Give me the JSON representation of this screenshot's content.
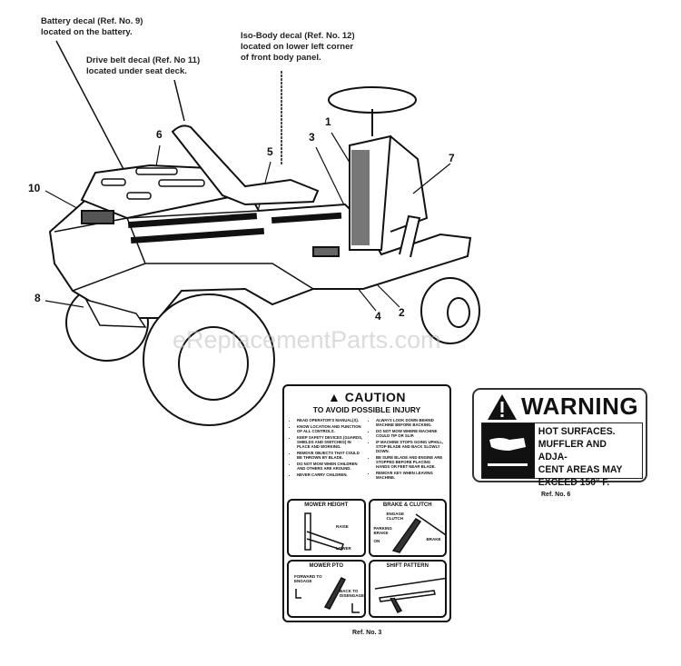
{
  "notes": {
    "battery": [
      "Battery decal (Ref. No. 9)",
      "located on the battery."
    ],
    "drive_belt": [
      "Drive belt decal (Ref. No 11)",
      "located under seat deck."
    ],
    "iso_body": [
      "Iso-Body decal (Ref. No. 12)",
      "located on lower left corner",
      "of front body panel."
    ]
  },
  "callouts": [
    "1",
    "2",
    "3",
    "4",
    "5",
    "6",
    "7",
    "8",
    "10"
  ],
  "watermark": "eReplacementParts.com",
  "caution_decal": {
    "title": "CAUTION",
    "subtitle": "TO AVOID POSSIBLE INJURY",
    "left_items": [
      "READ OPERATOR'S MANUAL(S).",
      "KNOW LOCATION AND FUNCTION OF ALL CONTROLS.",
      "KEEP SAFETY DEVICES (GUARDS, SHIELDS AND SWITCHES) IN PLACE AND WORKING.",
      "REMOVE OBJECTS THAT COULD BE THROWN BY BLADE.",
      "DO NOT MOW WHEN CHILDREN AND OTHERS ARE AROUND.",
      "NEVER CARRY CHILDREN."
    ],
    "right_items": [
      "ALWAYS LOOK DOWN BEHIND MACHINE BEFORE BACKING.",
      "DO NOT MOW WHERE MACHINE COULD TIP OR SLIP.",
      "IF MACHINE STOPS GOING UPHILL, STOP BLADE AND BACK SLOWLY DOWN.",
      "BE SURE BLADE AND ENGINE ARE STOPPED BEFORE PLACING HANDS OR FEET NEAR BLADE.",
      "REMOVE KEY WHEN LEAVING MACHINE."
    ],
    "panels": {
      "mower_height": {
        "title": "MOWER HEIGHT",
        "raise": "RAISE",
        "lower": "LOWER"
      },
      "brake_clutch": {
        "title": "BRAKE & CLUTCH",
        "engage": "ENGAGE CLUTCH",
        "parking": "PARKING BRAKE",
        "on": "ON",
        "brake": "BRAKE"
      },
      "mower_pto": {
        "title": "MOWER PTO",
        "forward": "FORWARD TO ENGAGE",
        "back": "BACK TO DISENGAGE"
      },
      "shift_pattern": {
        "title": "SHIFT PATTERN"
      }
    },
    "ref": "Ref. No. 3"
  },
  "warning_decal": {
    "title": "WARNING",
    "text": [
      "HOT SURFACES.",
      "MUFFLER AND ADJA-",
      "CENT AREAS MAY",
      "EXCEED 150° F."
    ],
    "ref": "Ref. No. 6"
  }
}
